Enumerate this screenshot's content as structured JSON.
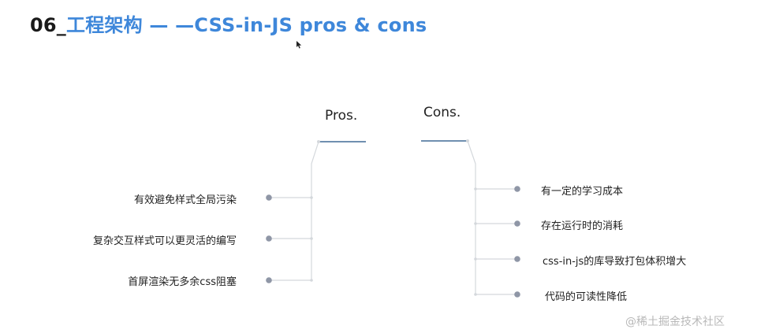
{
  "slide": {
    "title_number": "06_",
    "title_text": "工程架构 — —CSS-in-JS pros & cons"
  },
  "pros": {
    "heading": "Pros.",
    "items": [
      "有效避免样式全局污染",
      "复杂交互样式可以更灵活的编写",
      "首屏渲染无多余css阻塞"
    ]
  },
  "cons": {
    "heading": "Cons.",
    "items": [
      "有一定的学习成本",
      "存在运行时的消耗",
      "css-in-js的库导致打包体积增大",
      "代码的可读性降低"
    ]
  },
  "colors": {
    "title_blue": "#3e87da",
    "title_dark": "#1a1a1a",
    "underline": "#6f8fb0",
    "connector": "#d4d8dc",
    "dot": "#8f96a6",
    "watermark": "#b8b8b8"
  },
  "watermark": "@稀土掘金技术社区"
}
